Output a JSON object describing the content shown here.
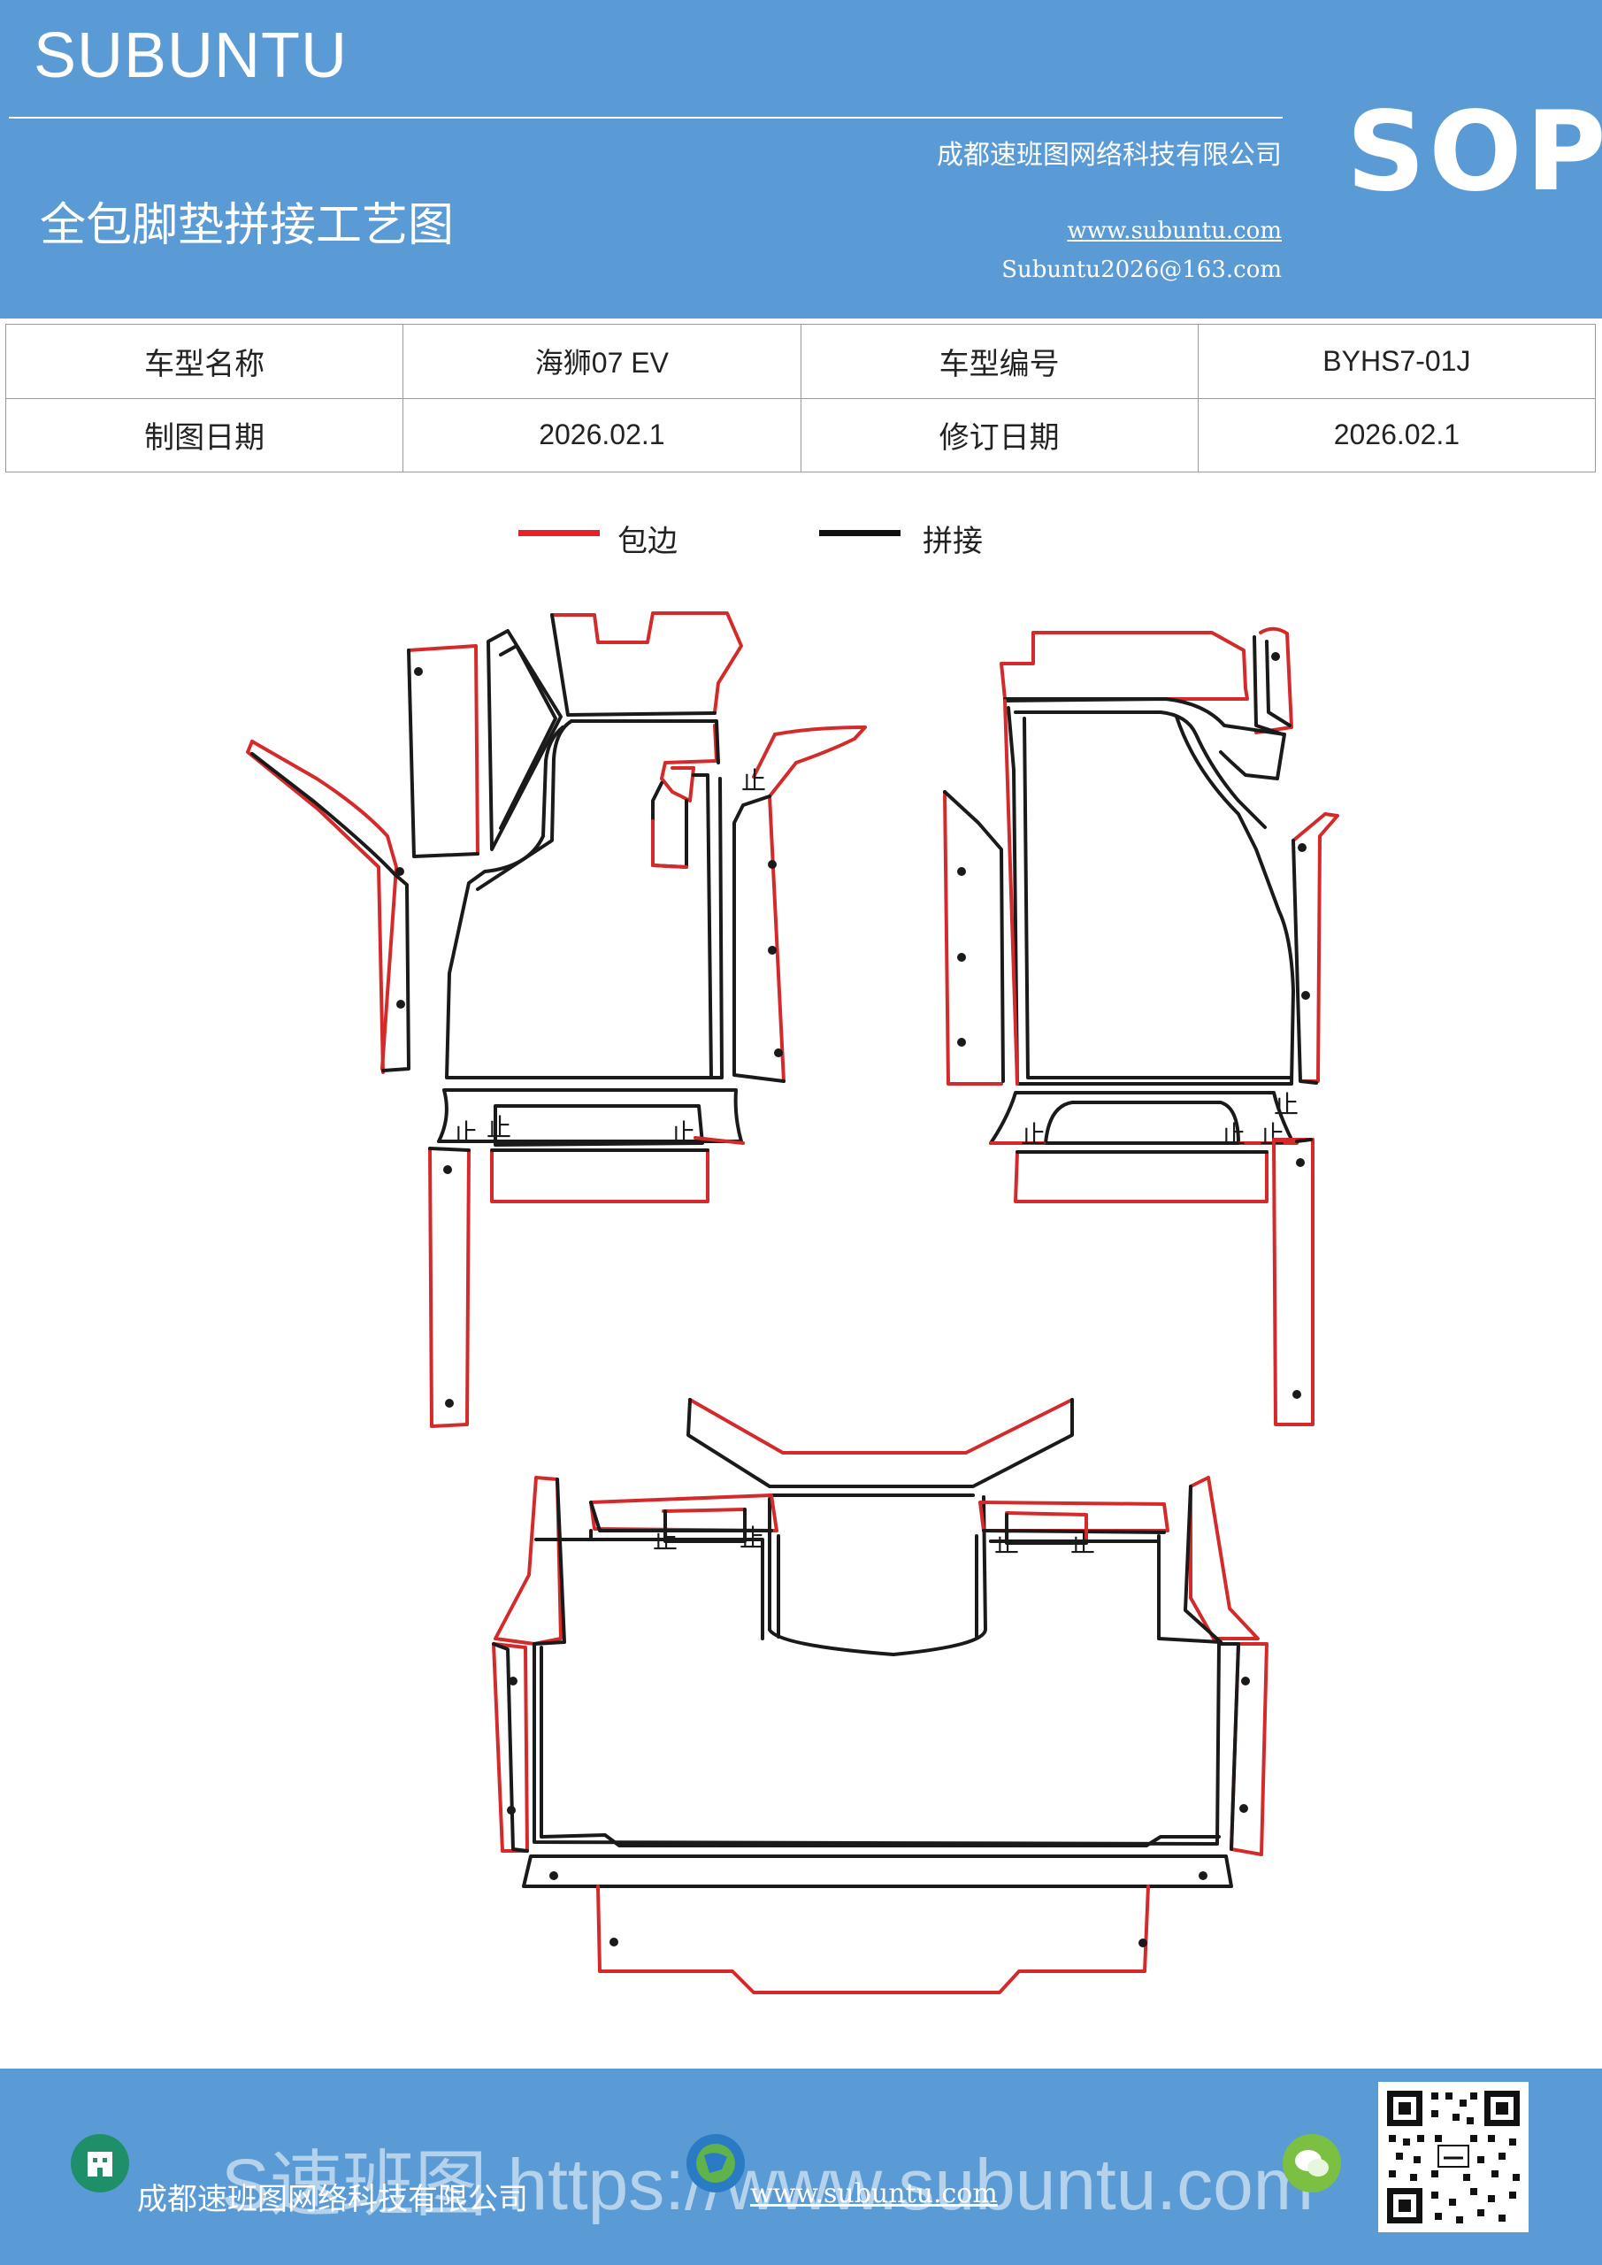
{
  "header": {
    "brand": "SUBUNTU",
    "title": "全包脚垫拼接工艺图",
    "company": "成都速班图网络科技有限公司",
    "website": "www.subuntu.com",
    "email": "Subuntu2026@163.com",
    "badge": "SOP"
  },
  "info_table": {
    "rows": [
      [
        "车型名称",
        "海狮07  EV",
        "车型编号",
        "BYHS7-01J"
      ],
      [
        "制图日期",
        "2026.02.1",
        "修订日期",
        "2026.02.1"
      ]
    ]
  },
  "legend": [
    {
      "label": "包边",
      "color": "#e8202a"
    },
    {
      "label": "拼接",
      "color": "#111111"
    }
  ],
  "marker_glyph": "止",
  "colors": {
    "header_blue": "#5b9bd5",
    "edge_red": "#d42a2a",
    "seam_black": "#1a1a1a"
  },
  "footer": {
    "company": "成都速班图网络科技有限公司",
    "website": "www.subuntu.com",
    "watermark": "S速班图 https://www.subuntu.com",
    "icons": [
      "building-icon",
      "globe-icon",
      "wechat-icon",
      "qr-code"
    ]
  }
}
